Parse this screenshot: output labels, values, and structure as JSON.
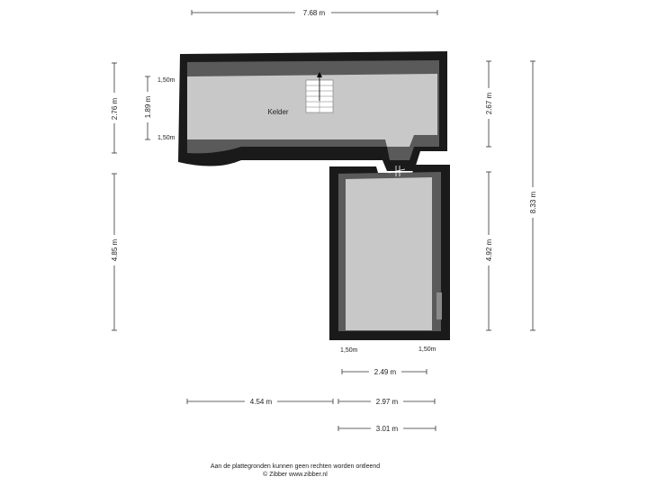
{
  "room_label": "Kelder",
  "colors": {
    "wall": "#1a1a1a",
    "floor": "#c8c8c8",
    "wall_shade": "#555555",
    "dimension": "#333333"
  },
  "dimensions": {
    "top_width": "7.68 m",
    "left_upper_height": "2.76 m",
    "left_inner_height": "1.89 m",
    "left_lower_height": "4.85 m",
    "right_upper_height": "2.67 m",
    "right_lower_height": "4.92 m",
    "right_total_height": "8.33 m",
    "bottom_inner_width": "2.49 m",
    "bottom_left_width": "4.54 m",
    "bottom_right_width": "2.97 m",
    "bottom_outer_width": "3.01 m"
  },
  "heights": {
    "upper_top": "1,50m",
    "upper_bottom": "1,50m",
    "lower_left": "1,50m",
    "lower_right": "1,50m"
  },
  "footer": {
    "disclaimer": "Aan de plattegronden kunnen geen rechten worden ontleend",
    "copyright": "© Zibber www.zibber.nl"
  }
}
